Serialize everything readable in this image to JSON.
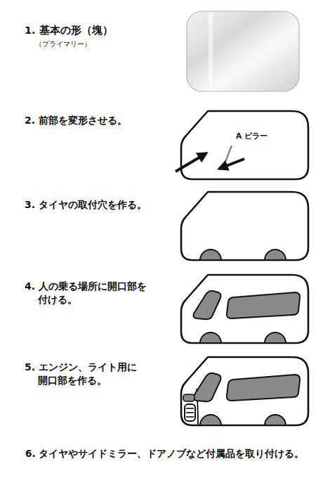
{
  "diagram": {
    "labels": [
      "1. 基本の形（塊）",
      "（プライマリー）",
      "2. 前部を変形させる。",
      "A ピラー",
      "3. タイヤの取付穴を作る。",
      "4. 人の乗る場所に開口部を 付ける。",
      "5. エンジン、ライト用に 開口部を作る。",
      "6. タイヤやサイドミラー、ドアノブなど付属品を取り付ける。"
    ]
  }
}
